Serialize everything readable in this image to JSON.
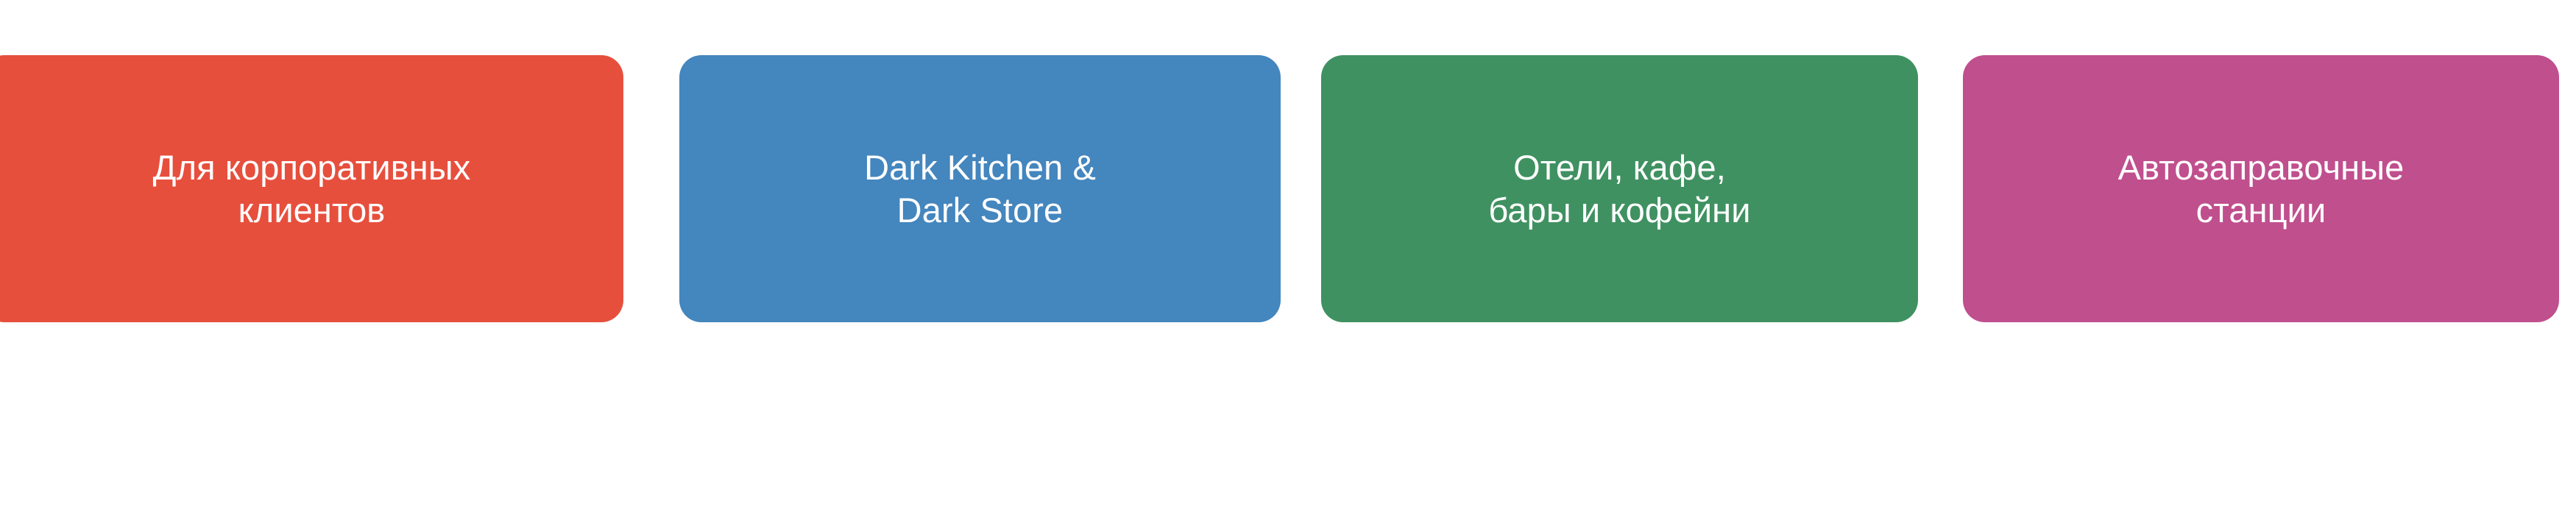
{
  "page": {
    "background_color": "#FFFFFF",
    "text_color": "#FFFFFF"
  },
  "cards": [
    {
      "id": "corporate-clients",
      "label": "Для корпоративных\nклиентов",
      "line1": "Для корпоративных",
      "line2": "клиентов",
      "color": "#E74F3D"
    },
    {
      "id": "dark-kitchen-dark-store",
      "label": "Dark Kitchen &\nDark Store",
      "line1": "Dark Kitchen &",
      "line2": "Dark Store",
      "color": "#4486BE"
    },
    {
      "id": "hotels-cafes-bars-coffee",
      "label": "Отели, кафе,\nбары и кофейни",
      "line1": "Отели, кафе,",
      "line2": "бары и кофейни",
      "color": "#409161"
    },
    {
      "id": "gas-stations",
      "label": "Автозаправочные\nстанции",
      "line1": "Автозаправочные",
      "line2": "станции",
      "color": "#C04F8E"
    }
  ]
}
